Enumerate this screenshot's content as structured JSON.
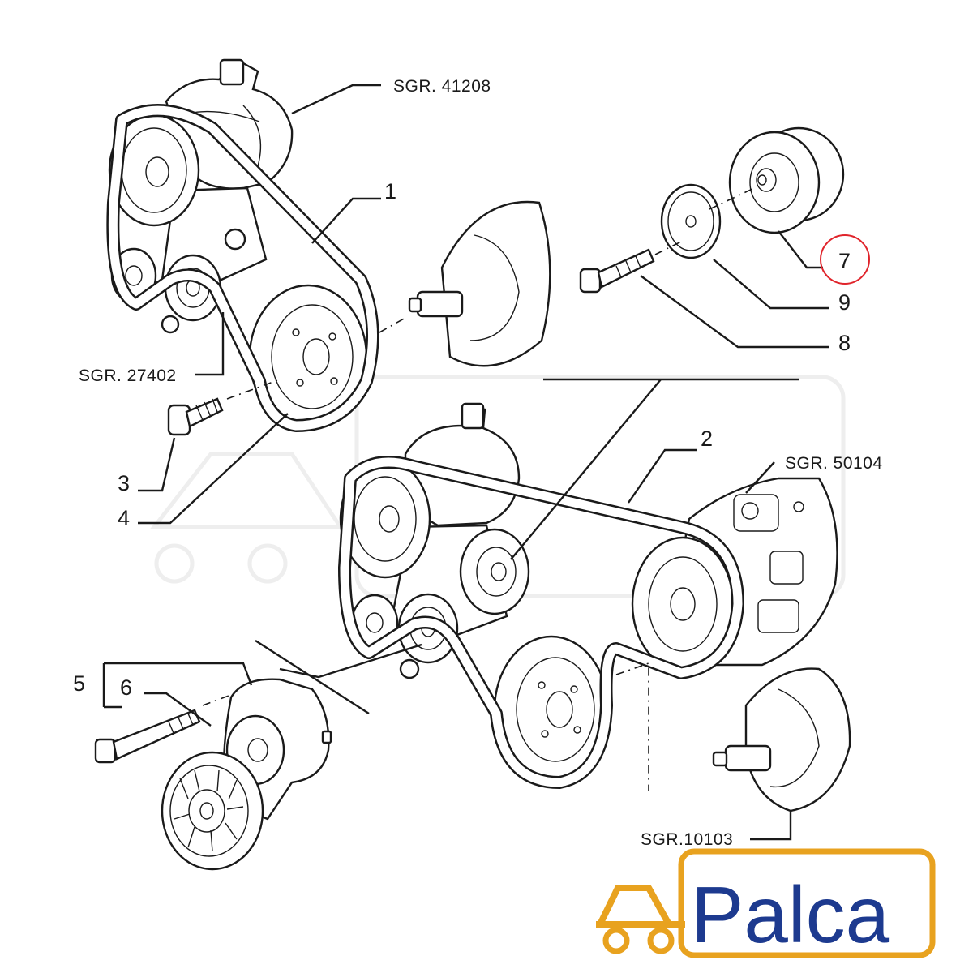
{
  "diagram": {
    "refs": {
      "sgr_41208": "SGR. 41208",
      "sgr_27402": "SGR. 27402",
      "sgr_50104": "SGR. 50104",
      "sgr_10103": "SGR.10103"
    },
    "callouts": {
      "c1": "1",
      "c2": "2",
      "c3": "3",
      "c4": "4",
      "c5": "5",
      "c6": "6",
      "c7": "7",
      "c8": "8",
      "c9": "9"
    },
    "highlight": {
      "callout": "7",
      "color": "#e0242b"
    }
  },
  "brand": {
    "name": "Palca",
    "text_color": "#1d3a8f",
    "frame_color": "#e8a21f",
    "icon": "car-icon"
  }
}
